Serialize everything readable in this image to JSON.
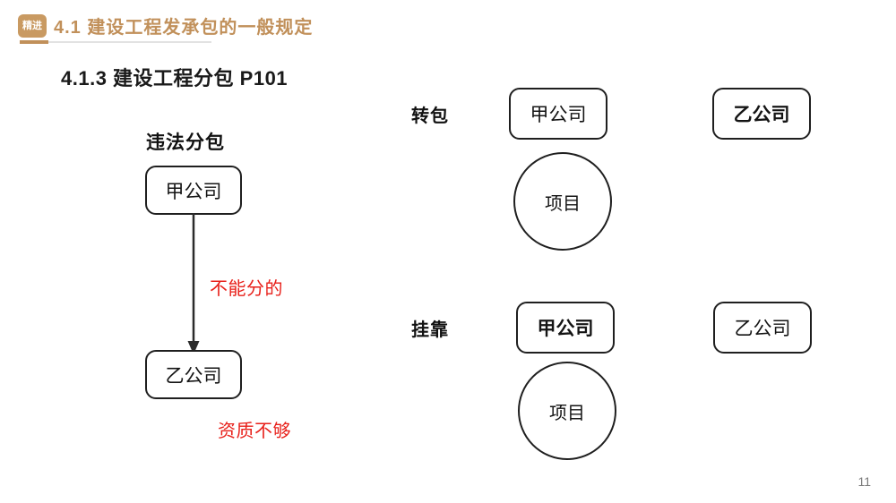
{
  "header": {
    "badge_text": "精进",
    "title": "4.1 建设工程发承包的一般规定",
    "accent_color": "#c1905a"
  },
  "subtitle": "4.1.3 建设工程分包 P101",
  "left_diagram": {
    "heading": "违法分包",
    "top_node": "甲公司",
    "arrow_annotation": "不能分的",
    "bottom_node": "乙公司",
    "bottom_annotation": "资质不够",
    "annotation_color": "#e8201a"
  },
  "right_diagrams": [
    {
      "label": "转包",
      "primary_node": "甲公司",
      "primary_bold": false,
      "secondary_node": "乙公司",
      "secondary_bold": true,
      "project_node": "项目"
    },
    {
      "label": "挂靠",
      "primary_node": "甲公司",
      "primary_bold": true,
      "secondary_node": "乙公司",
      "secondary_bold": false,
      "project_node": "项目"
    }
  ],
  "page_number": "11"
}
